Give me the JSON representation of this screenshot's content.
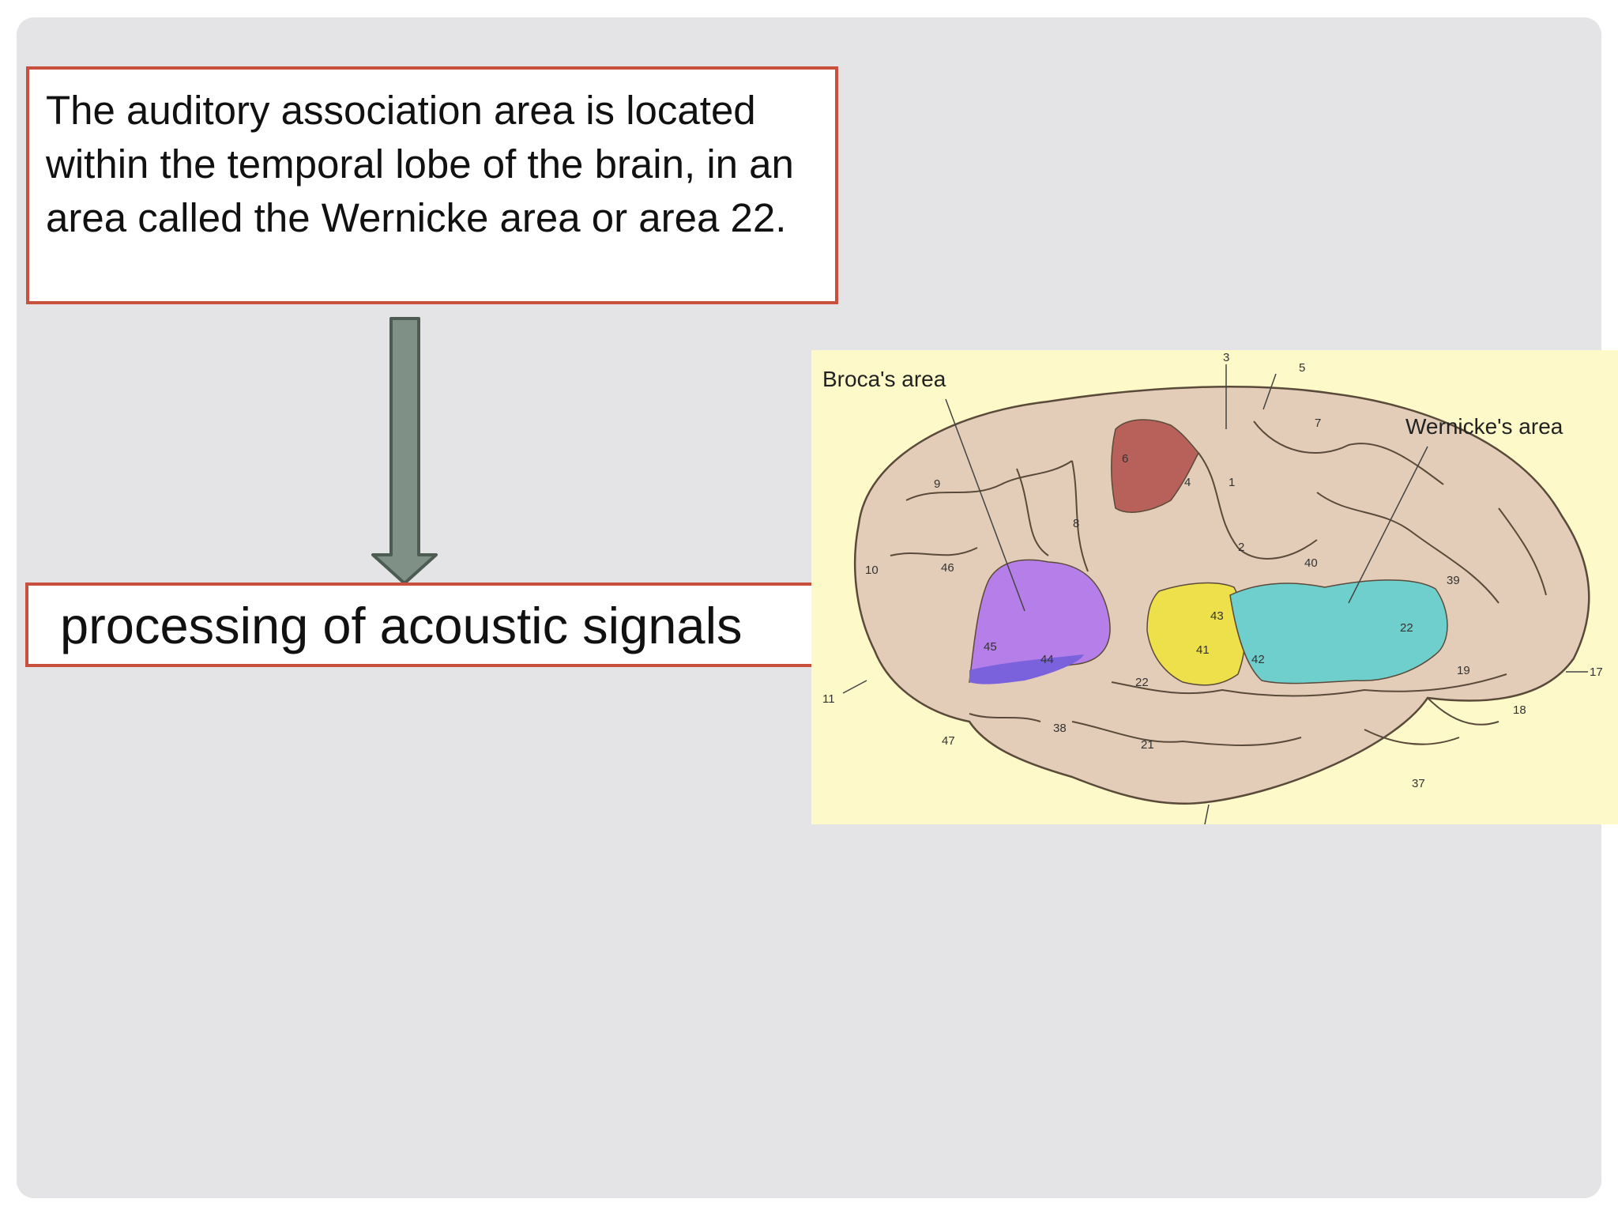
{
  "callout_top": {
    "text": "The auditory association area is located within the temporal lobe of the brain, in an area called the Wernicke area or area 22."
  },
  "callout_bottom": {
    "text": "processing of acoustic signals"
  },
  "figure": {
    "label_broca": "Broca's area",
    "label_wernicke": "Wernicke's area",
    "area_numbers": {
      "a3": "3",
      "a5": "5",
      "a7": "7",
      "a9": "9",
      "a6": "6",
      "a4": "4",
      "a1": "1",
      "a8": "8",
      "a2": "2",
      "a40": "40",
      "a39": "39",
      "a10": "10",
      "a46": "46",
      "a45": "45",
      "a44": "44",
      "a43": "43",
      "a41": "41",
      "a42": "42",
      "a22a": "22",
      "a22b": "22",
      "a19": "19",
      "a17": "17",
      "a18": "18",
      "a11": "11",
      "a47": "47",
      "a38": "38",
      "a21": "21",
      "a37": "37"
    },
    "colors": {
      "background": "#fdf9c8",
      "brain": "#e3cdb8",
      "broca": "#b67ee8",
      "motor": "#b8605a",
      "auditory_primary": "#eee04a",
      "wernicke": "#6fcfcc"
    }
  }
}
